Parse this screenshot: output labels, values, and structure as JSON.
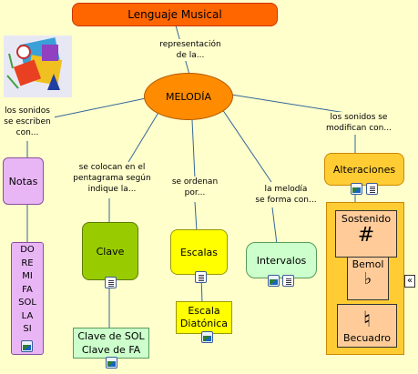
{
  "title": "Lenguaje Musical",
  "links": {
    "representacion": "representación\nde la...",
    "sonidos_escriben": "los sonidos\nse  escriben\ncon...",
    "colocan": "se colocan en el\npentagrama según\nindique la...",
    "ordenan": "se ordenan\npor...",
    "forma": "la melodía\nse forma con...",
    "modifican": "los sonidos se\nmodifican con..."
  },
  "nodes": {
    "melodia": "MELODÍA",
    "notas": "Notas",
    "clave": "Clave",
    "escalas": "Escalas",
    "intervalos": "Intervalos",
    "alteraciones": "Alteraciones",
    "notas_list": [
      "DO",
      "RE",
      "MI",
      "FA",
      "SOL",
      "LA",
      "SI"
    ],
    "clave_list": [
      "Clave de SOL",
      "Clave de FA"
    ],
    "escala_diatonica": "Escala\nDiatónica",
    "sostenido": "Sostenido",
    "sostenido_symbol": "#",
    "bemol": "Bemol",
    "bemol_symbol": "♭",
    "becuadro": "Becuadro",
    "becuadro_symbol": "♮"
  },
  "collapse_glyph": "«",
  "colors": {
    "background": "#ffffcc",
    "title_fill": "#ff6600",
    "melodia_fill": "#ff8c00",
    "notas_fill": "#e9b6f5",
    "clave_fill": "#99cc00",
    "escalas_fill": "#ffff00",
    "intervalos_fill": "#ccffcc",
    "alteraciones_fill": "#ffcc33",
    "sub_fill": "#ffcc99",
    "line": "#336699"
  }
}
